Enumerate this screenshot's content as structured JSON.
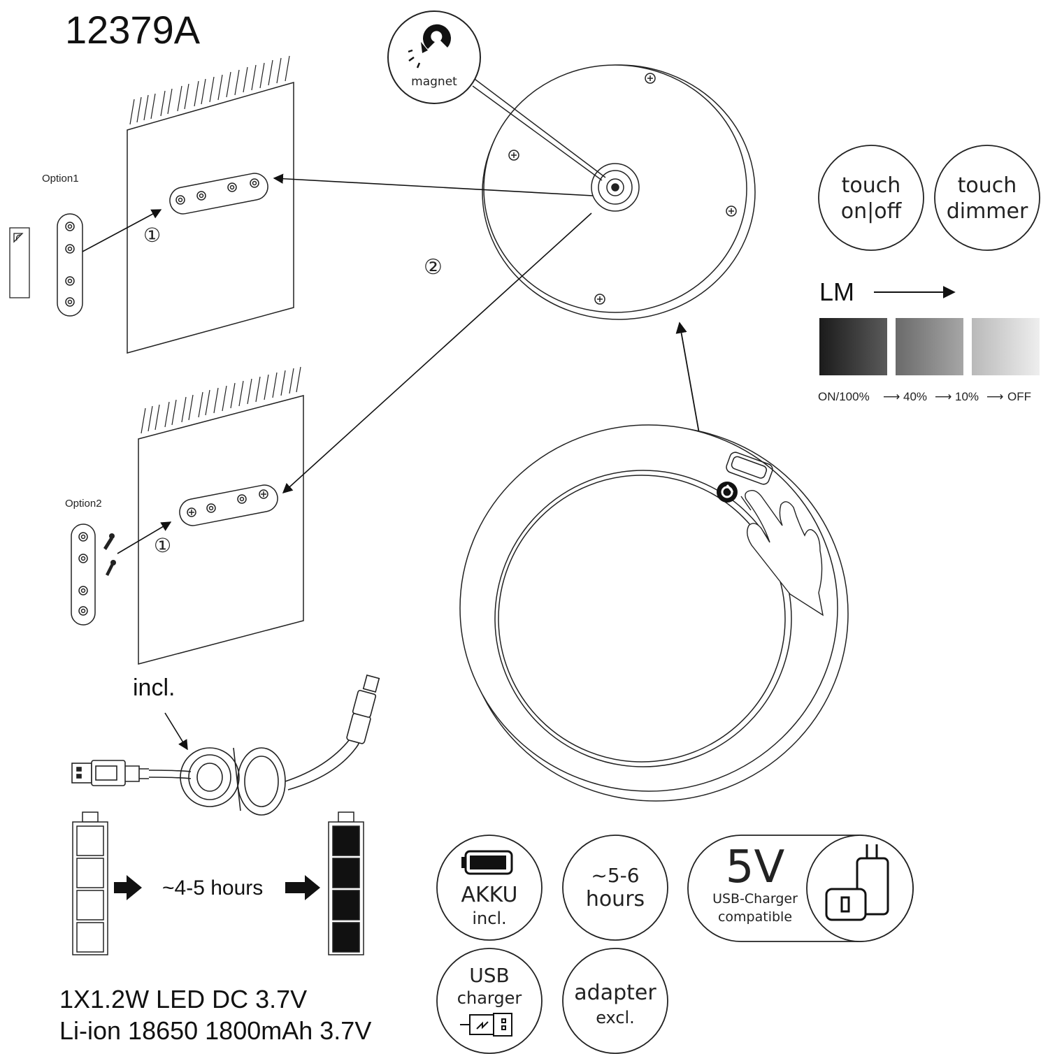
{
  "model": "12379A",
  "option1": {
    "label": "Option1",
    "step": "①"
  },
  "option2": {
    "label": "Option2",
    "step": "①"
  },
  "step2": "②",
  "magnet_badge": {
    "label": "magnet",
    "icon": "magnet-icon"
  },
  "touch_controls": [
    {
      "line1": "touch",
      "line2": "on|off"
    },
    {
      "line1": "touch",
      "line2": "dimmer"
    }
  ],
  "dimmer": {
    "label": "LM",
    "levels": [
      "ON/100%",
      "40%",
      "10%",
      "OFF"
    ],
    "swatch_colors": [
      "#222222",
      "#7a7a7a",
      "#c8c8c8"
    ]
  },
  "cable": {
    "label": "incl."
  },
  "charging": {
    "duration": "~4-5 hours"
  },
  "specs": {
    "line1": "1X1.2W LED DC 3.7V",
    "line2": "Li-ion 18650 1800mAh 3.7V"
  },
  "badges": {
    "akku": {
      "line1": "AKKU",
      "line2": "incl."
    },
    "runtime": {
      "line1": "~5-6",
      "line2": "hours"
    },
    "charger5v": {
      "big": "5V",
      "line1": "USB-Charger",
      "line2": "compatible"
    },
    "usb": {
      "line1": "USB",
      "line2": "charger"
    },
    "adapter": {
      "line1": "adapter",
      "line2": "excl."
    }
  }
}
